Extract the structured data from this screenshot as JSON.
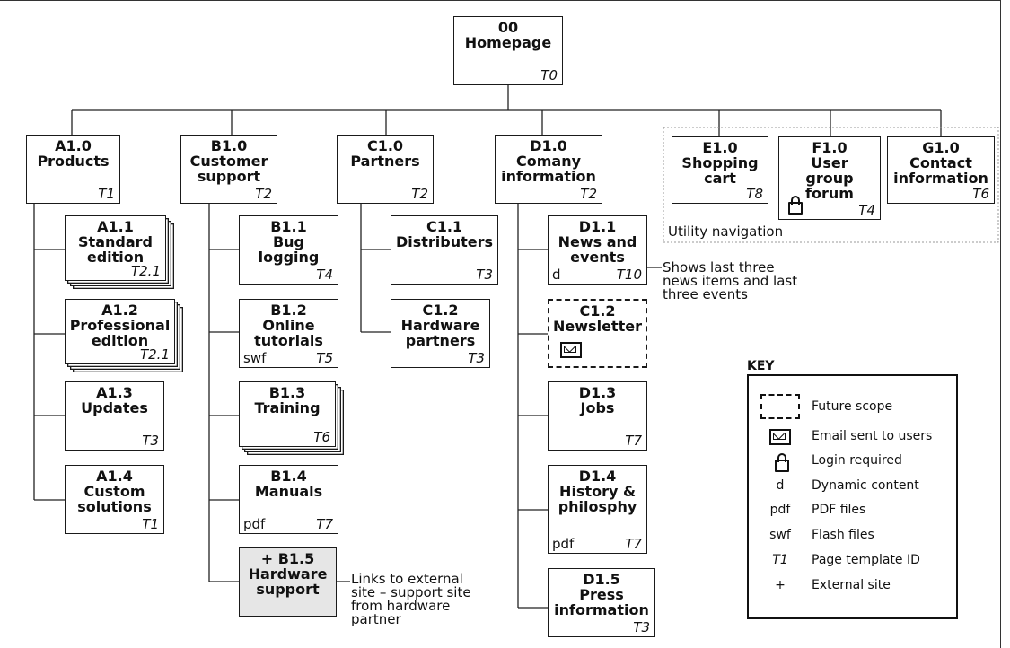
{
  "root": {
    "code": "00",
    "name": "Homepage",
    "template": "T0"
  },
  "sections": [
    {
      "code": "A1.0",
      "name": "Products",
      "template": "T1",
      "children": [
        {
          "code": "A1.1",
          "name": "Standard\nedition",
          "template": "T2.1"
        },
        {
          "code": "A1.2",
          "name": "Professional\nedition",
          "template": "T2.1"
        },
        {
          "code": "A1.3",
          "name": "Updates",
          "template": "T3"
        },
        {
          "code": "A1.4",
          "name": "Custom\nsolutions",
          "template": "T1"
        }
      ]
    },
    {
      "code": "B1.0",
      "name": "Customer\nsupport",
      "template": "T2",
      "children": [
        {
          "code": "B1.1",
          "name": "Bug\nlogging",
          "template": "T4"
        },
        {
          "code": "B1.2",
          "name": "Online\ntutorials",
          "template": "T5",
          "media": "swf"
        },
        {
          "code": "B1.3",
          "name": "Training",
          "template": "T6"
        },
        {
          "code": "B1.4",
          "name": "Manuals",
          "template": "T7",
          "media": "pdf"
        },
        {
          "code": "+ B1.5",
          "name": "Hardware\nsupport",
          "template": ""
        }
      ]
    },
    {
      "code": "C1.0",
      "name": "Partners",
      "template": "T2",
      "children": [
        {
          "code": "C1.1",
          "name": "Distributers",
          "template": "T3"
        },
        {
          "code": "C1.2",
          "name": "Hardware\npartners",
          "template": "T3"
        }
      ]
    },
    {
      "code": "D1.0",
      "name": "Comany\ninformation",
      "template": "T2",
      "children": [
        {
          "code": "D1.1",
          "name": "News and\nevents",
          "template": "T10",
          "media": "d"
        },
        {
          "code": "C1.2",
          "name": "Newsletter",
          "template": ""
        },
        {
          "code": "D1.3",
          "name": "Jobs",
          "template": "T7"
        },
        {
          "code": "D1.4",
          "name": "History &\nphilosphy",
          "template": "T7",
          "media": "pdf"
        },
        {
          "code": "D1.5",
          "name": "Press\ninformation",
          "template": "T3"
        }
      ]
    }
  ],
  "utility": {
    "label": "Utility navigation",
    "items": [
      {
        "code": "E1.0",
        "name": "Shopping\ncart",
        "template": "T8"
      },
      {
        "code": "F1.0",
        "name": "User\ngroup\nforum",
        "template": "T4"
      },
      {
        "code": "G1.0",
        "name": "Contact\ninformation",
        "template": "T6"
      }
    ]
  },
  "notes": {
    "news": "Shows last three\nnews items and last\nthree events",
    "hardware": "Links to external\nsite – support site\nfrom hardware\npartner"
  },
  "key": {
    "title": "KEY",
    "rows": [
      {
        "symbol": "",
        "label": "Future scope"
      },
      {
        "symbol": "",
        "label": "Email sent to users"
      },
      {
        "symbol": "",
        "label": "Login required"
      },
      {
        "symbol": "d",
        "label": "Dynamic content"
      },
      {
        "symbol": "pdf",
        "label": "PDF files"
      },
      {
        "symbol": "swf",
        "label": "Flash files"
      },
      {
        "symbol": "T1",
        "label": "Page template ID"
      },
      {
        "symbol": "+",
        "label": "External site"
      }
    ]
  }
}
